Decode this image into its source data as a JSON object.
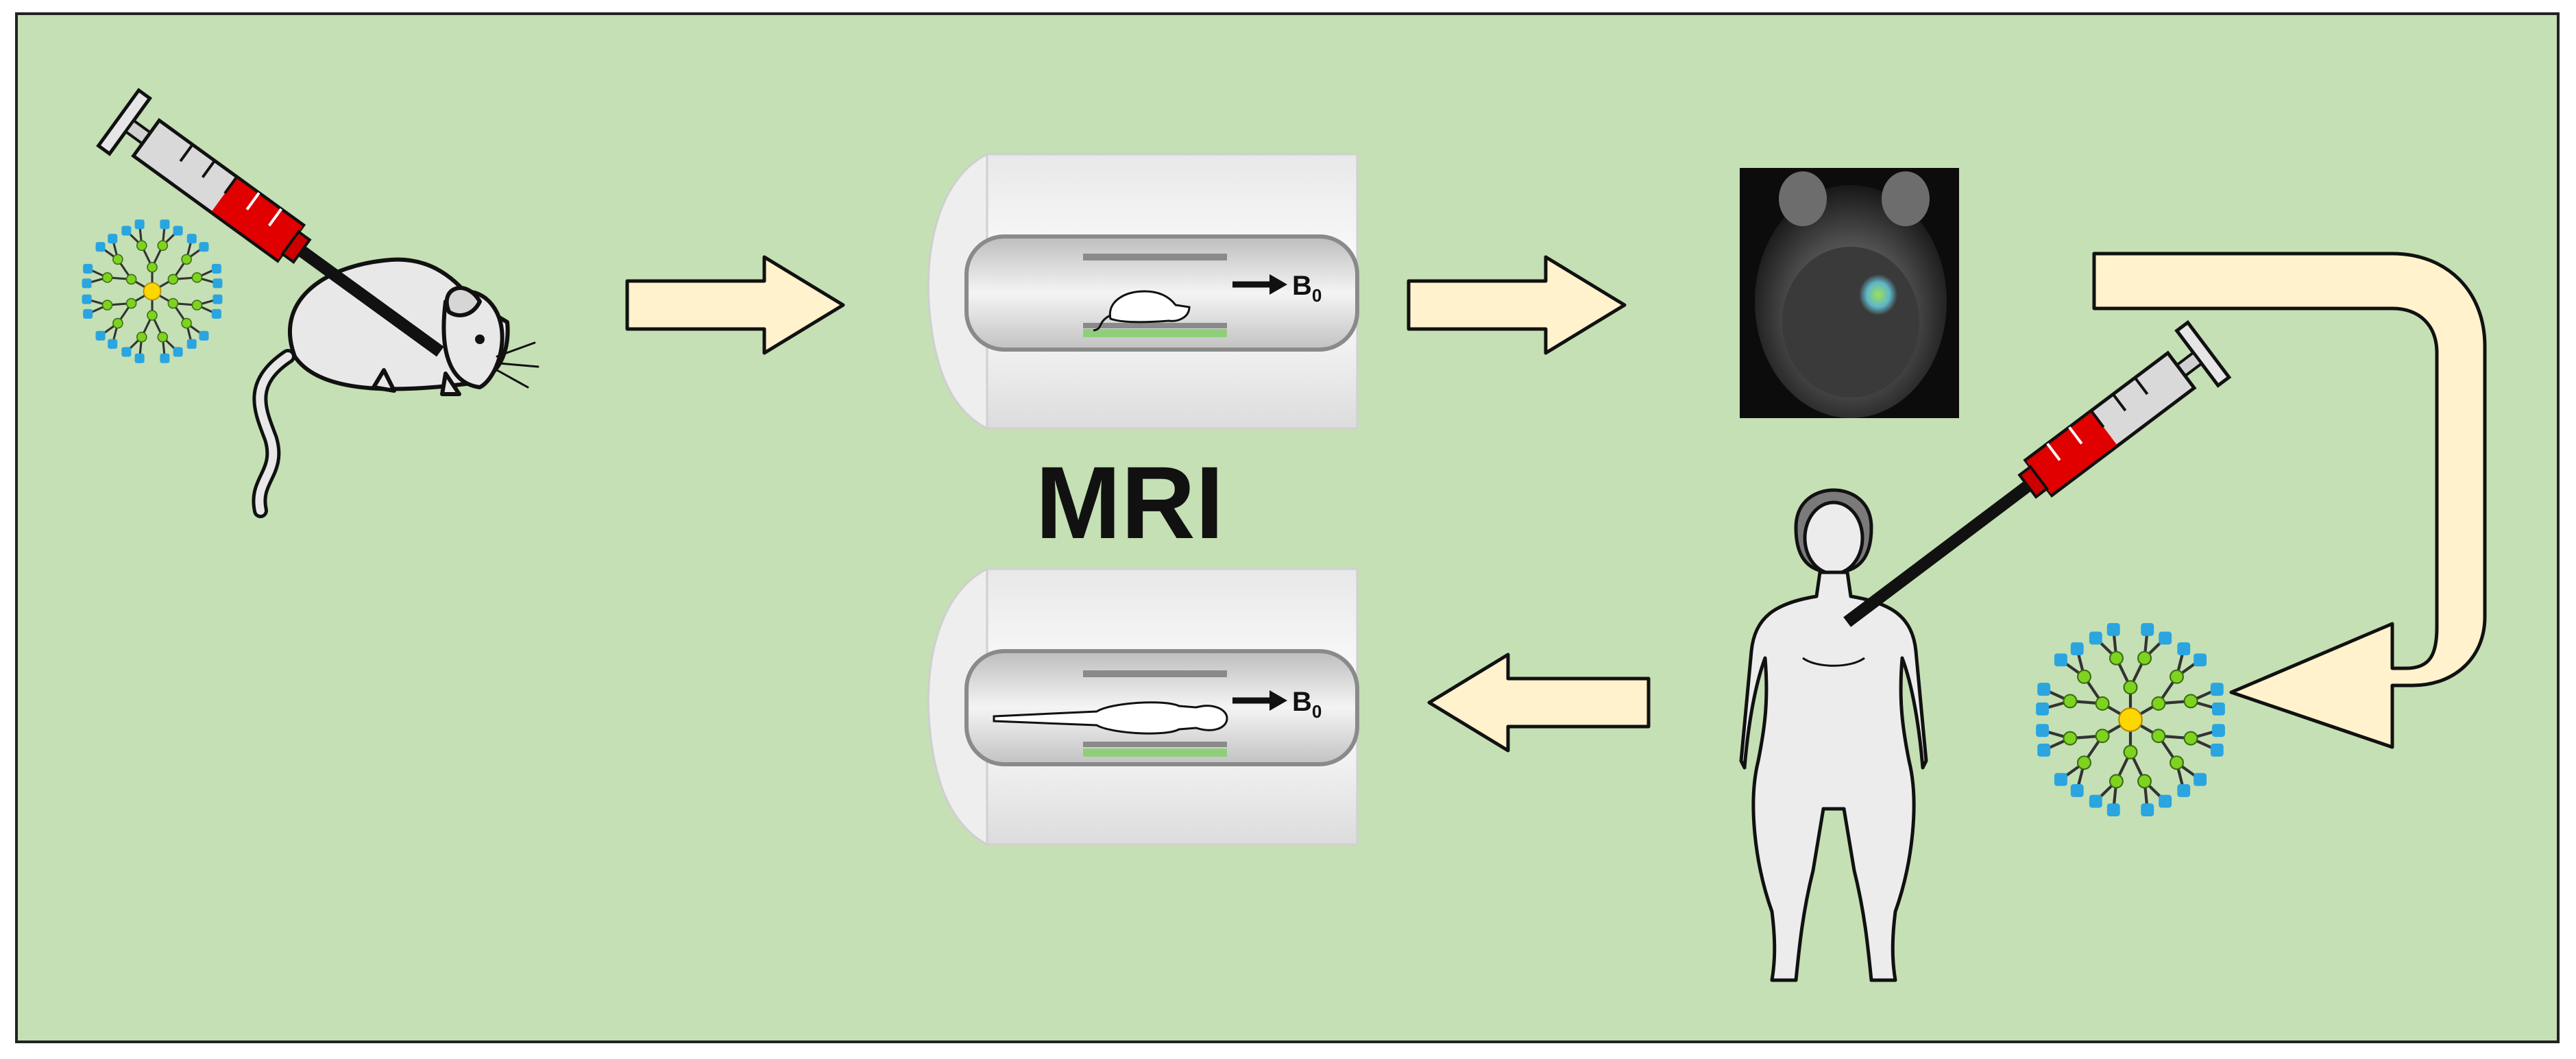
{
  "labels": {
    "mri": "MRI",
    "b_field": "B",
    "b_field_sub": "0"
  },
  "colors": {
    "background": "#c5e0b4",
    "arrow_fill": "#fff2cc",
    "syringe_blood": "#e00000",
    "dendrimer_core": "#ffd700",
    "dendrimer_node": "#7ed321",
    "dendrimer_terminal": "#2aa5e0"
  },
  "icons": {
    "mouse": "mouse-icon",
    "syringe": "syringe-icon",
    "dendrimer": "dendrimer-icon",
    "scanner": "mri-scanner-icon",
    "mri_image": "mri-image-icon",
    "human": "human-body-icon",
    "arrow": "flow-arrow"
  }
}
